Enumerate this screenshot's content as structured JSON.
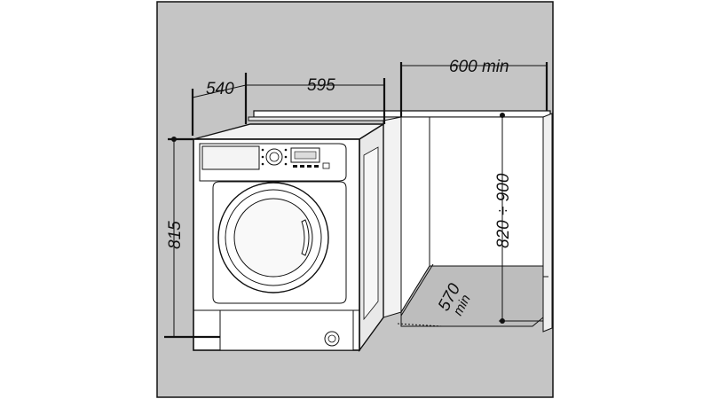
{
  "colors": {
    "background": "#c5c5c5",
    "outline": "#111111",
    "appliance": "#ffffff",
    "shadow": "#a9a9a9"
  },
  "dimensions": {
    "depth": "540",
    "width": "595",
    "niche_width": "600 min",
    "height": "815",
    "niche_height": "820 ÷ 900",
    "niche_depth": "570",
    "niche_depth_unit": "min"
  },
  "icons": [
    "washing-machine-icon",
    "control-knob-icon",
    "drain-filter-icon"
  ]
}
